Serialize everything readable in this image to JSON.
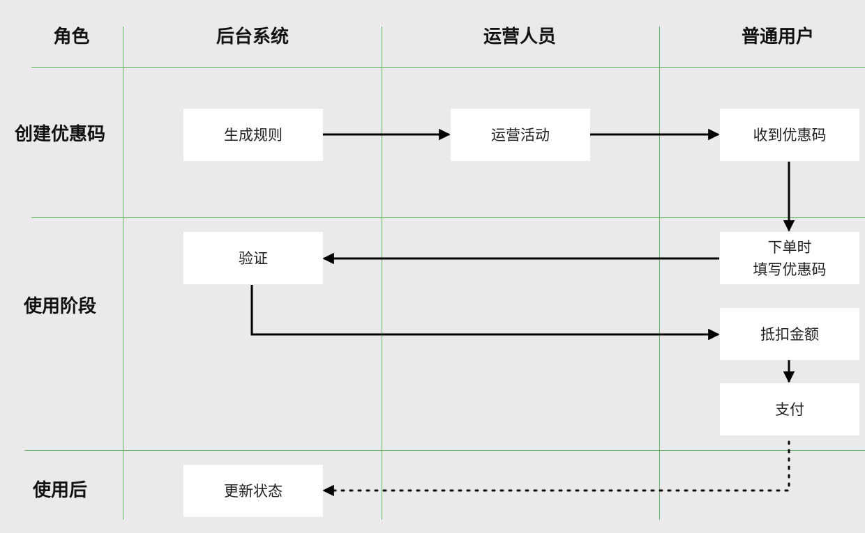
{
  "columns": {
    "role": "角色",
    "backend": "后台系统",
    "operator": "运营人员",
    "user": "普通用户"
  },
  "rows": {
    "create": "创建优惠码",
    "use": "使用阶段",
    "after": "使用后"
  },
  "nodes": {
    "generate_rules": "生成规则",
    "campaign": "运营活动",
    "receive_code": "收到优惠码",
    "verify": "验证",
    "enter_code": "下单时\n填写优惠码",
    "deduct": "抵扣金额",
    "pay": "支付",
    "update_status": "更新状态"
  },
  "colors": {
    "background": "#ebe9ec",
    "gridline": "#5fb55f",
    "node_fill": "#ffffff",
    "arrow": "#000000"
  }
}
